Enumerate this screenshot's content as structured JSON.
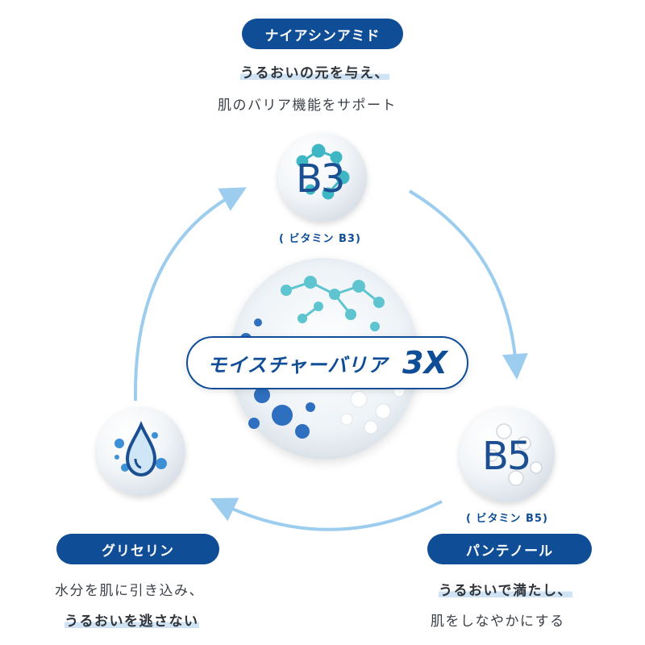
{
  "top": {
    "pill": "ナイアシンアミド",
    "line1": "うるおいの元を与え、",
    "line2": "肌のバリア機能をサポート",
    "orb_label": "B3",
    "caption": "( ビタミン B3)"
  },
  "center": {
    "label": "モイスチャーバリア",
    "multiplier": "3X"
  },
  "left": {
    "pill": "グリセリン",
    "line1": "水分を肌に引き込み、",
    "line2": "うるおいを逃さない"
  },
  "right": {
    "pill": "パンテノール",
    "orb_label": "B5",
    "caption": "( ビタミン B5)",
    "line1": "うるおいで満たし、",
    "line2": "肌をしなやかにする"
  },
  "colors": {
    "brand_blue": "#0f4d96",
    "arrow_blue": "#9dcdee",
    "highlight": "#cfe3f4"
  }
}
